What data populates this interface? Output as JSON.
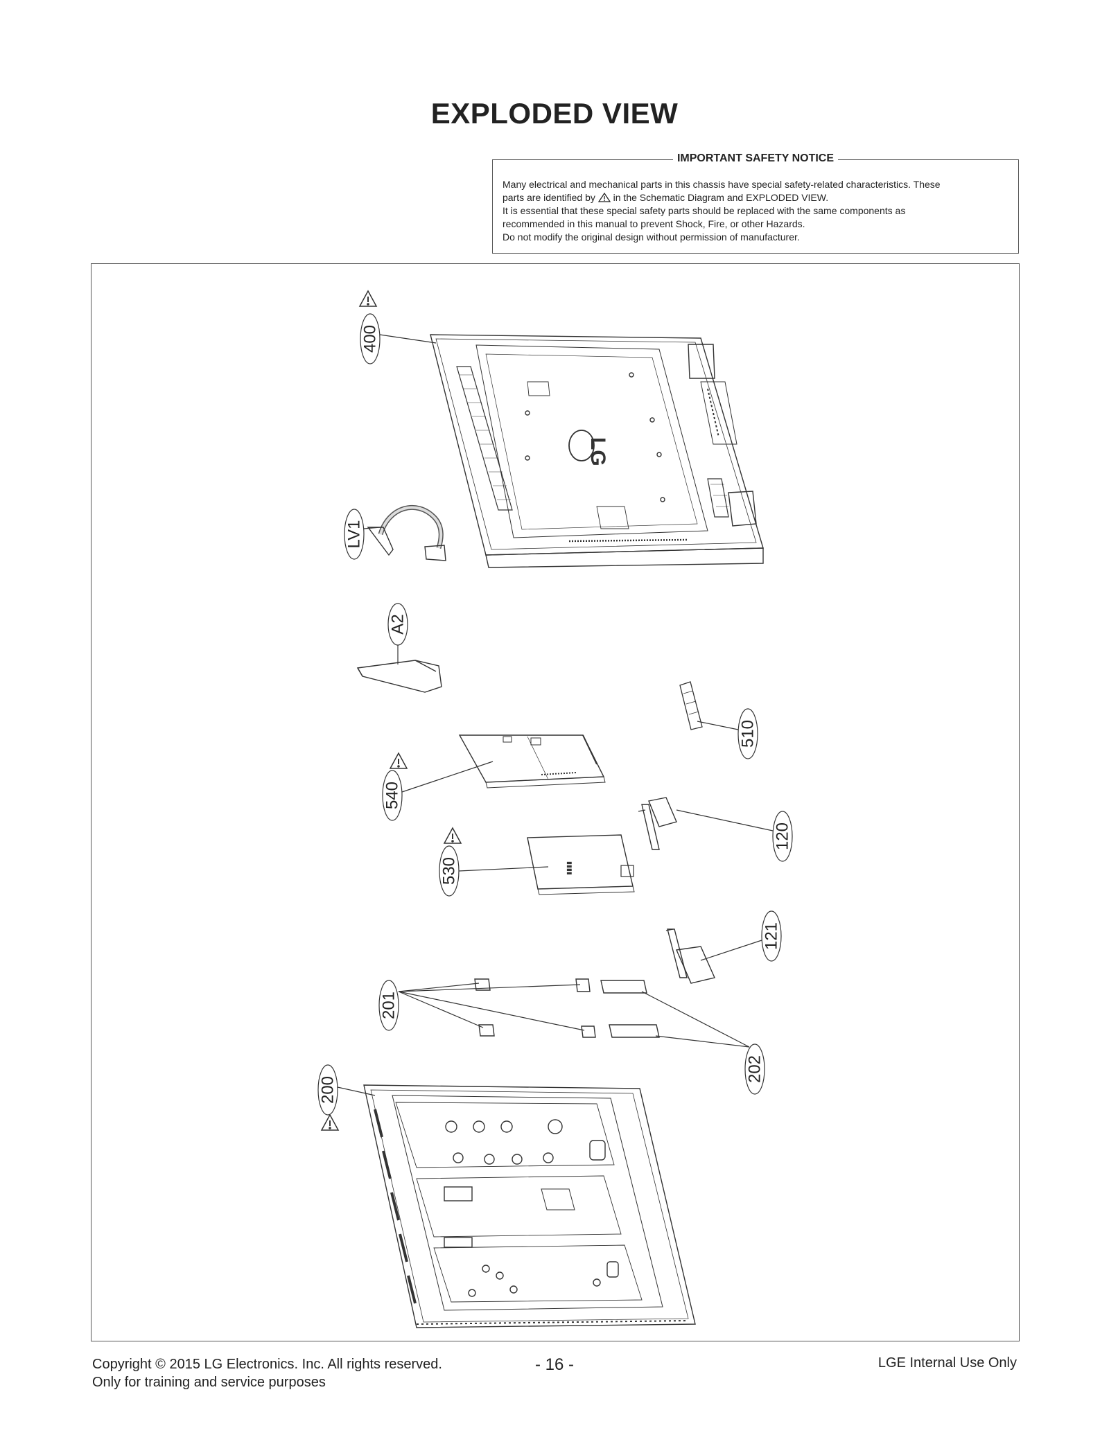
{
  "page": {
    "title": "EXPLODED VIEW"
  },
  "notice": {
    "title": "IMPORTANT SAFETY NOTICE",
    "line1": "Many electrical and mechanical parts in this chassis have special safety-related characteristics. These",
    "line2_pre": "parts are identified by",
    "line2_post": "in the Schematic Diagram and EXPLODED VIEW.",
    "line3": "It is essential that these special safety parts should be replaced with the same components as",
    "line4": "recommended in this manual to prevent Shock, Fire, or other Hazards.",
    "line5": "Do not modify the original design without permission of manufacturer."
  },
  "callouts": {
    "c400": "400",
    "cLV1": "LV1",
    "cA2": "A2",
    "c510": "510",
    "c540": "540",
    "c120": "120",
    "c530": "530",
    "c121": "121",
    "c201": "201",
    "c202": "202",
    "c200": "200"
  },
  "logo_text": "LG",
  "footer": {
    "copyright": "Copyright  © 2015  LG Electronics. Inc. All rights reserved.",
    "purpose": "Only for training and service purposes",
    "page_number": "- 16 -",
    "internal": "LGE Internal Use Only"
  },
  "icons": {
    "safety": "warning-triangle-icon"
  }
}
